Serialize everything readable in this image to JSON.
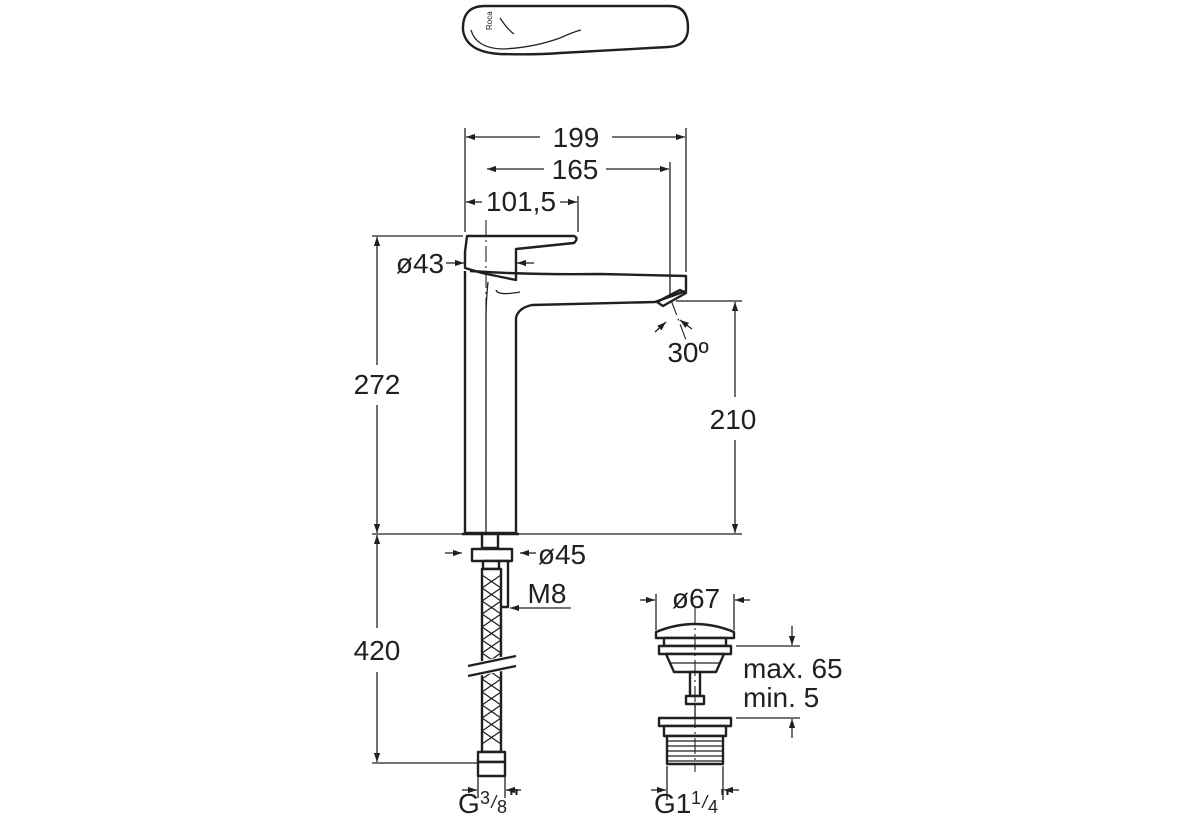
{
  "dimensions": {
    "overall_length": "199",
    "spout_reach": "165",
    "lever_length": "101,5",
    "lever_diameter": "ø43",
    "spout_angle": "30º",
    "total_height": "272",
    "spout_height": "210",
    "base_diameter": "ø45",
    "stud_thread": "M8",
    "hose_length": "420",
    "hose_connection": {
      "base": "G",
      "num": "3",
      "den": "8",
      "quote": "\""
    },
    "waste_diameter": "ø67",
    "waste_height_max": "max. 65",
    "waste_height_min": "min. 5",
    "waste_thread": {
      "base": "G1",
      "num": "1",
      "den": "4",
      "quote": "\""
    }
  },
  "logo_text": "Roca"
}
